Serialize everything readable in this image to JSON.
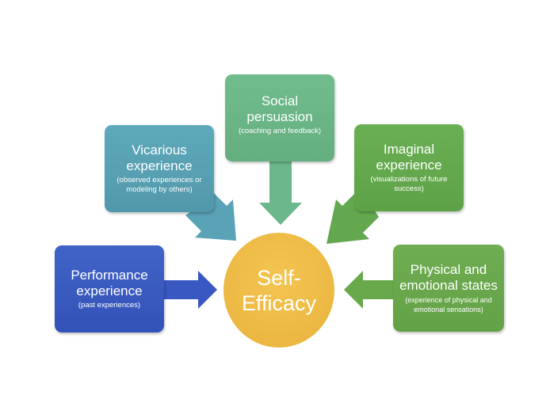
{
  "center": {
    "line1": "Self-",
    "line2": "Efficacy",
    "color": "#efbb45"
  },
  "sources": [
    {
      "title": "Performance experience",
      "subtitle": "(past experiences)",
      "color": "#3a58c2"
    },
    {
      "title": "Vicarious experience",
      "subtitle": "(observed experiences or modeling by others)",
      "color": "#5aa2b6"
    },
    {
      "title": "Social persuasion",
      "subtitle": "(coaching and feedback)",
      "color": "#6bb68a"
    },
    {
      "title": "Imaginal experience",
      "subtitle": "(visualizations of future success)",
      "color": "#63a84f"
    },
    {
      "title": "Physical and emotional states",
      "subtitle": "(experience of physical and emotional sensations)",
      "color": "#69a84b"
    }
  ]
}
